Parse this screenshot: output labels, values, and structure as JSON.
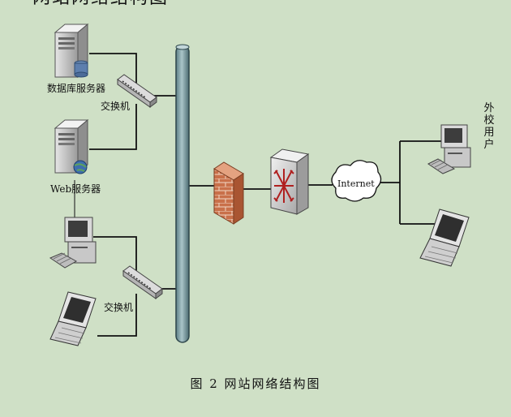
{
  "diagram": {
    "nodes": {
      "db_server": {
        "label": "数据库服务器"
      },
      "switch_top": {
        "label": "交换机"
      },
      "web_server": {
        "label": "Web服务器"
      },
      "switch_bottom": {
        "label": "交换机"
      },
      "firewall": {
        "label": ""
      },
      "router": {
        "label": ""
      },
      "internet": {
        "label": "Internet"
      },
      "external_user": {
        "label": "外校用户"
      }
    },
    "caption": "图 2  网站网络结构图",
    "top_cut_text": "网站网络结构图"
  }
}
